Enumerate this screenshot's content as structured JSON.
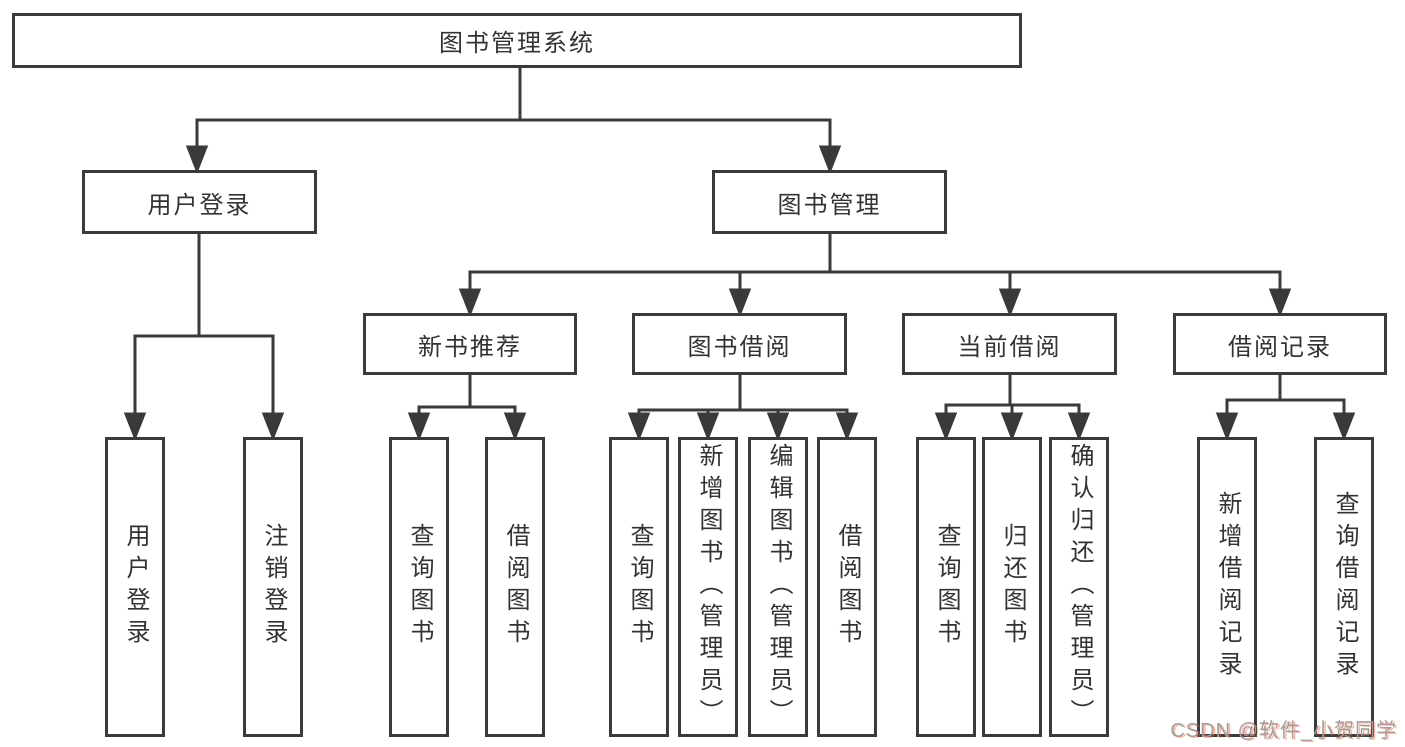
{
  "diagram_title": "图书管理系统",
  "tree": {
    "root": {
      "label": "图书管理系统"
    },
    "children": [
      {
        "label": "用户登录",
        "children": [
          {
            "label": "用户登录"
          },
          {
            "label": "注销登录"
          }
        ]
      },
      {
        "label": "图书管理",
        "children": [
          {
            "label": "新书推荐",
            "children": [
              {
                "label": "查询图书"
              },
              {
                "label": "借阅图书"
              }
            ]
          },
          {
            "label": "图书借阅",
            "children": [
              {
                "label": "查询图书"
              },
              {
                "label": "新增图书（管理员）"
              },
              {
                "label": "编辑图书（管理员）"
              },
              {
                "label": "借阅图书"
              }
            ]
          },
          {
            "label": "当前借阅",
            "children": [
              {
                "label": "查询图书"
              },
              {
                "label": "归还图书"
              },
              {
                "label": "确认归还（管理员）"
              }
            ]
          },
          {
            "label": "借阅记录",
            "children": [
              {
                "label": "新增借阅记录"
              },
              {
                "label": "查询借阅记录"
              }
            ]
          }
        ]
      }
    ]
  },
  "watermark": {
    "text": "CSDN @软件_小贺同学"
  },
  "colors": {
    "line": "#3a3a3a",
    "text": "#333333",
    "box_background": "#ffffff",
    "page_background": "#ffffff",
    "watermark_gray": "#9e9e9e",
    "watermark_accent": "#fc5531"
  }
}
